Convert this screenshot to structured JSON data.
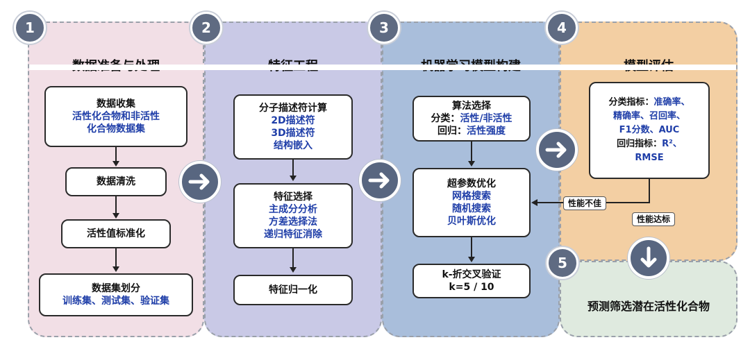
{
  "steps": [
    {
      "num": "1",
      "title": "数据准备与处理"
    },
    {
      "num": "2",
      "title": "特征工程"
    },
    {
      "num": "3",
      "title": "机器学习模型构建"
    },
    {
      "num": "4",
      "title": "模型评估"
    },
    {
      "num": "5",
      "title": "预测筛选潜在活性化合物"
    }
  ],
  "col1": {
    "collect_title": "数据收集",
    "collect_line1": "活性化合物和非活性",
    "collect_line2": "化合物数据集",
    "clean": "数据清洗",
    "normalize": "活性值标准化",
    "split_title": "数据集划分",
    "split_line": "训练集、测试集、验证集"
  },
  "col2": {
    "desc_title": "分子描述符计算",
    "desc_items": [
      "2D描述符",
      "3D描述符",
      "结构嵌入"
    ],
    "select_title": "特征选择",
    "select_items": [
      "主成分分析",
      "方差选择法",
      "递归特征消除"
    ],
    "norm": "特征归一化"
  },
  "col3": {
    "algo_title": "算法选择",
    "algo_cls_label": "分类：",
    "algo_cls_value": "活性/非活性",
    "algo_reg_label": "回归：",
    "algo_reg_value": "活性强度",
    "hyper_title": "超参数优化",
    "hyper_items": [
      "网格搜索",
      "随机搜索",
      "贝叶斯优化"
    ],
    "cv_title": "k-折交叉验证",
    "cv_value": "k=5 / 10"
  },
  "col4": {
    "cls_label": "分类指标：",
    "cls_a": "准确率、",
    "cls_b": "精确率、召回率、",
    "cls_c": "F1分数、AUC",
    "reg_label": "回归指标：",
    "reg_a": "R²、",
    "reg_b": "RMSE",
    "bad": "性能不佳",
    "good": "性能达标"
  },
  "colors": {
    "panel1": "#f2dfe6",
    "panel2": "#c9c9e6",
    "panel3": "#a9bedb",
    "panel4": "#f3cfa3",
    "panel5": "#dfeadf",
    "badge": "#5f6b82",
    "text_blue": "#1f3ea8"
  }
}
